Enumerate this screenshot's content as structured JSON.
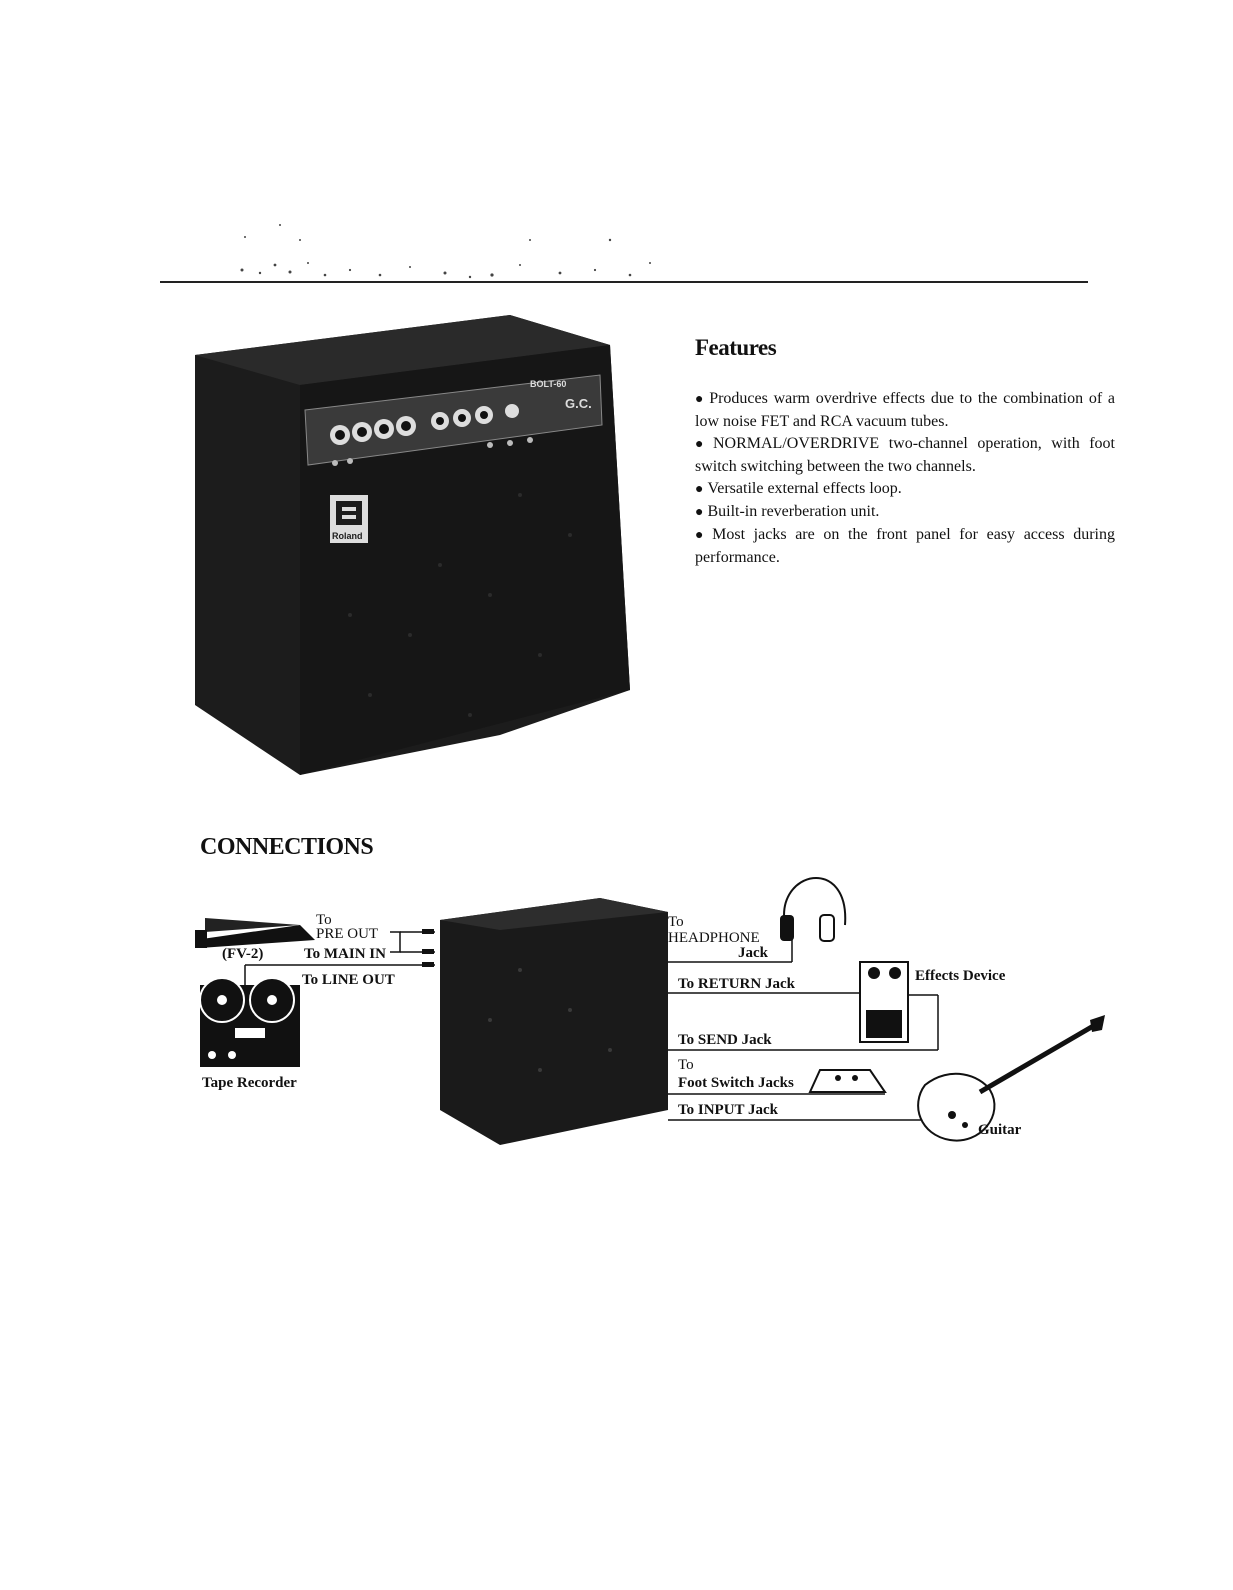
{
  "features": {
    "title": "Features",
    "items": [
      "Produces warm overdrive effects due to the combination of a low noise FET and RCA vacuum tubes.",
      "NORMAL/OVERDRIVE two-channel operation, with foot switch switching between the two channels.",
      "Versatile external effects loop.",
      "Built-in reverberation unit.",
      "Most jacks are on the front panel for easy access during performance."
    ]
  },
  "photo": {
    "model_text": "BOLT-60",
    "brand_text": "Roland"
  },
  "connections": {
    "title": "CONNECTIONS",
    "labels": {
      "to_pre_out_1": "To",
      "to_pre_out_2": "PRE OUT",
      "fv2": "(FV-2)",
      "to_main_in": "To MAIN IN",
      "to_line_out": "To LINE OUT",
      "tape_recorder": "Tape Recorder",
      "to_headphone_1": "To",
      "to_headphone_2": "HEADPHONE",
      "to_headphone_3": "Jack",
      "to_return": "To RETURN Jack",
      "effects_device": "Effects Device",
      "to_send": "To SEND Jack",
      "to_footswitch_1": "To",
      "to_footswitch_2": "Foot Switch Jacks",
      "to_input": "To INPUT Jack",
      "guitar": "Guitar"
    }
  }
}
